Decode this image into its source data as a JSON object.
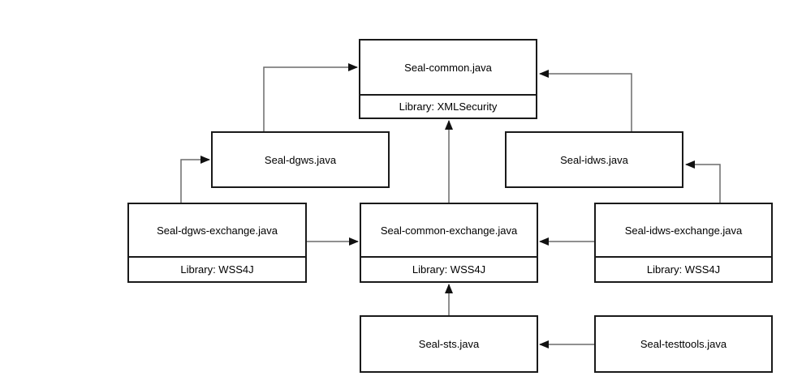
{
  "diagram": {
    "nodes": {
      "common": {
        "label": "Seal-common.java",
        "library": "Library: XMLSecurity"
      },
      "dgws": {
        "label": "Seal-dgws.java"
      },
      "idws": {
        "label": "Seal-idws.java"
      },
      "dgws_exchange": {
        "label": "Seal-dgws-exchange.java",
        "library": "Library: WSS4J"
      },
      "common_exchange": {
        "label": "Seal-common-exchange.java",
        "library": "Library: WSS4J"
      },
      "idws_exchange": {
        "label": "Seal-idws-exchange.java",
        "library": "Library: WSS4J"
      },
      "sts": {
        "label": "Seal-sts.java"
      },
      "testtools": {
        "label": "Seal-testtools.java"
      }
    },
    "edges": [
      {
        "from": "Seal-dgws.java",
        "to": "Seal-common.java"
      },
      {
        "from": "Seal-idws.java",
        "to": "Seal-common.java"
      },
      {
        "from": "Seal-common-exchange.java",
        "to": "Seal-common.java"
      },
      {
        "from": "Seal-dgws-exchange.java",
        "to": "Seal-dgws.java"
      },
      {
        "from": "Seal-idws-exchange.java",
        "to": "Seal-idws.java"
      },
      {
        "from": "Seal-dgws-exchange.java",
        "to": "Seal-common-exchange.java"
      },
      {
        "from": "Seal-idws-exchange.java",
        "to": "Seal-common-exchange.java"
      },
      {
        "from": "Seal-sts.java",
        "to": "Seal-common-exchange.java"
      },
      {
        "from": "Seal-testtools.java",
        "to": "Seal-sts.java"
      }
    ],
    "colors": {
      "node_border": "#1a1a1a",
      "node_fill": "#ffffff",
      "edge_stroke": "#6b6b6b",
      "arrowhead": "#111111",
      "background": "#ffffff"
    }
  }
}
